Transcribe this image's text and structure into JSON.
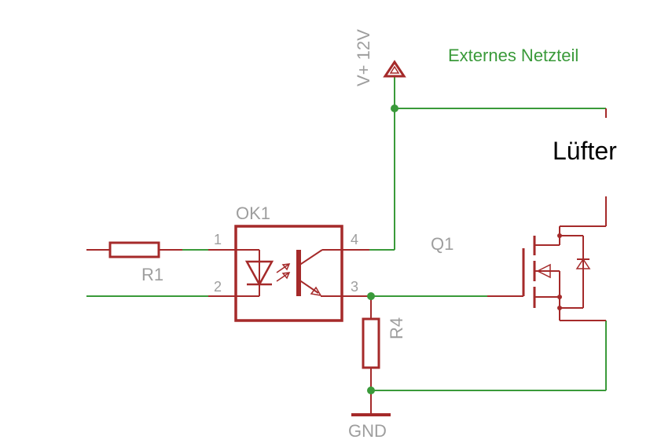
{
  "schematic": {
    "supply": {
      "label": "V+ 12V"
    },
    "ground": {
      "label": "GND"
    },
    "external_supply_note": "Externes Netzteil",
    "fan_label": "Lüfter",
    "optocoupler": {
      "name": "OK1",
      "pins": {
        "p1": "1",
        "p2": "2",
        "p3": "3",
        "p4": "4"
      }
    },
    "resistors": {
      "r1": "R1",
      "r4": "R4"
    },
    "mosfet": {
      "name": "Q1"
    },
    "colors": {
      "wire": "#3a9a3a",
      "part": "#a52a2a",
      "label": "#9e9e9e",
      "junction": "#3a9a3a"
    }
  }
}
